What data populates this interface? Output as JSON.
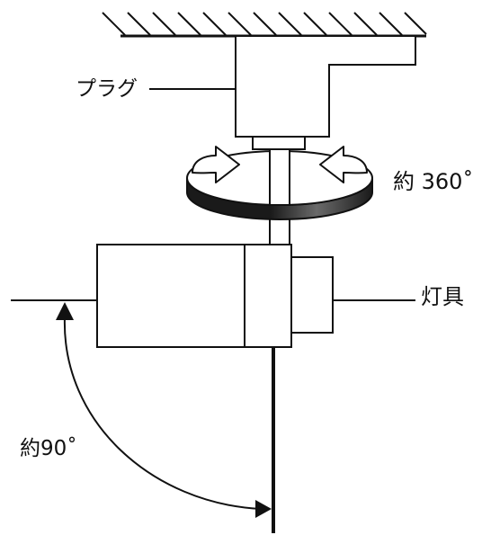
{
  "labels": {
    "plug": "プラグ",
    "rotation": "約 360˚",
    "fixture": "灯具",
    "tilt": "約90˚"
  },
  "colors": {
    "line": "#111111",
    "background": "#ffffff",
    "ring_dark": "#1a1a1a",
    "ring_mid": "#6a6a6a"
  },
  "icons": {
    "rotate_left": "curved-arrow-icon",
    "rotate_right": "curved-arrow-icon",
    "angle_arc": "double-headed-arc-arrow-icon"
  }
}
